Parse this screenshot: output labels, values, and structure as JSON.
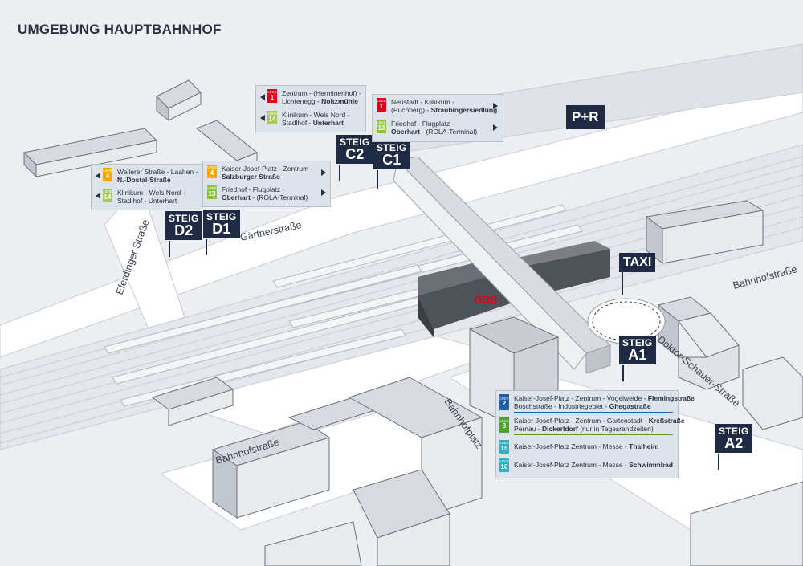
{
  "title": "UMGEBUNG HAUPTBAHNHOF",
  "streets": {
    "eferdinger": "Eferdinger Straße",
    "gaertner": "Gärtnerstraße",
    "bahnhofstrasse_right": "Bahnhofstraße",
    "bahnhofstrasse_left": "Bahnhofstraße",
    "bahnhofplatz": "Bahnhofplatz",
    "doktor_schauer": "Doktor-Schauer-Straße"
  },
  "labels": {
    "pr": "P+R",
    "taxi": "TAXI",
    "oebb": "ÖBB"
  },
  "stops": {
    "word": "STEIG",
    "c2": "C2",
    "c1": "C1",
    "d2": "D2",
    "d1": "D1",
    "a1": "A1",
    "a2": "A2"
  },
  "colors": {
    "line1": "#e2001a",
    "line4": "#f5a800",
    "line14": "#a6c85a",
    "line13": "#8fc43e",
    "line2": "#1f5fa8",
    "line3": "#4ea22f",
    "line15": "#2eb1c4",
    "line16": "#2eb1c4",
    "sign": "#1f2a44"
  },
  "panels": {
    "d": {
      "r1": {
        "linie": "LINIE",
        "num": "4",
        "t1": "Wallerer Straße - Laahen -",
        "t2": "N.-Dostal-Straße"
      },
      "r2": {
        "linie": "LINIE",
        "num": "14",
        "t1": "Klinikum - Wels Nord -",
        "t2": "Stadlhof - Unterhart"
      }
    },
    "d1": {
      "r1": {
        "linie": "LINIE",
        "num": "4",
        "t1": "Kaiser-Josef-Platz - Zentrum -",
        "t2": "Salzburger Straße"
      },
      "r2": {
        "linie": "LINIE",
        "num": "13",
        "t1": "Friedhof - Flugplatz -",
        "t2a": "Oberhart",
        "t2b": " - (ROLA-Terminal)"
      }
    },
    "c2": {
      "r1": {
        "linie": "LINIE",
        "num": "1",
        "t1": "Zentrum - (Herminenhof) -",
        "t2a": "Lichtenegg - ",
        "t2b": "Noitzmühle"
      },
      "r2": {
        "linie": "LINIE",
        "num": "14",
        "t1": "Klinikum - Wels Nord -",
        "t2a": "Stadlhof - ",
        "t2b": "Unterhart"
      }
    },
    "c1": {
      "r1": {
        "linie": "LINIE",
        "num": "1",
        "t1": "Neustadt - Klinikum -",
        "t2a": "(Puchberg) - ",
        "t2b": "Straubingersiedlung"
      },
      "r2": {
        "linie": "LINIE",
        "num": "13",
        "t1": "Friedhof - Flugplatz -",
        "t2a": "Oberhart",
        "t2b": " - (ROLA-Terminal)"
      }
    },
    "a": {
      "r1": {
        "linie": "LINIE",
        "num": "2",
        "t1a": "Kaiser-Josef-Platz - Zentrum - Vogelweide - ",
        "t1b": "Flemingstraße",
        "t2a": "Boschstraße - Industriegebiet - ",
        "t2b": "Ghegastraße"
      },
      "r2": {
        "linie": "LINIE",
        "num": "3",
        "t1a": "Kaiser-Josef-Platz - Zentrum - Gartenstadt - ",
        "t1b": "Kreßstraße",
        "t2a": "Pernau - ",
        "t2b": "Dickerldorf",
        "t2c": " (nur in Tagesrandzeiten)"
      },
      "r3": {
        "linie": "LINIE",
        "num": "15",
        "t1a": "Kaiser-Josef-Platz Zentrum - Messe - ",
        "t1b": "Thalheim"
      },
      "r4": {
        "linie": "LINIE",
        "num": "16",
        "t1a": "Kaiser-Josef-Platz Zentrum - Messe - ",
        "t1b": "Schwimmbad"
      }
    }
  }
}
